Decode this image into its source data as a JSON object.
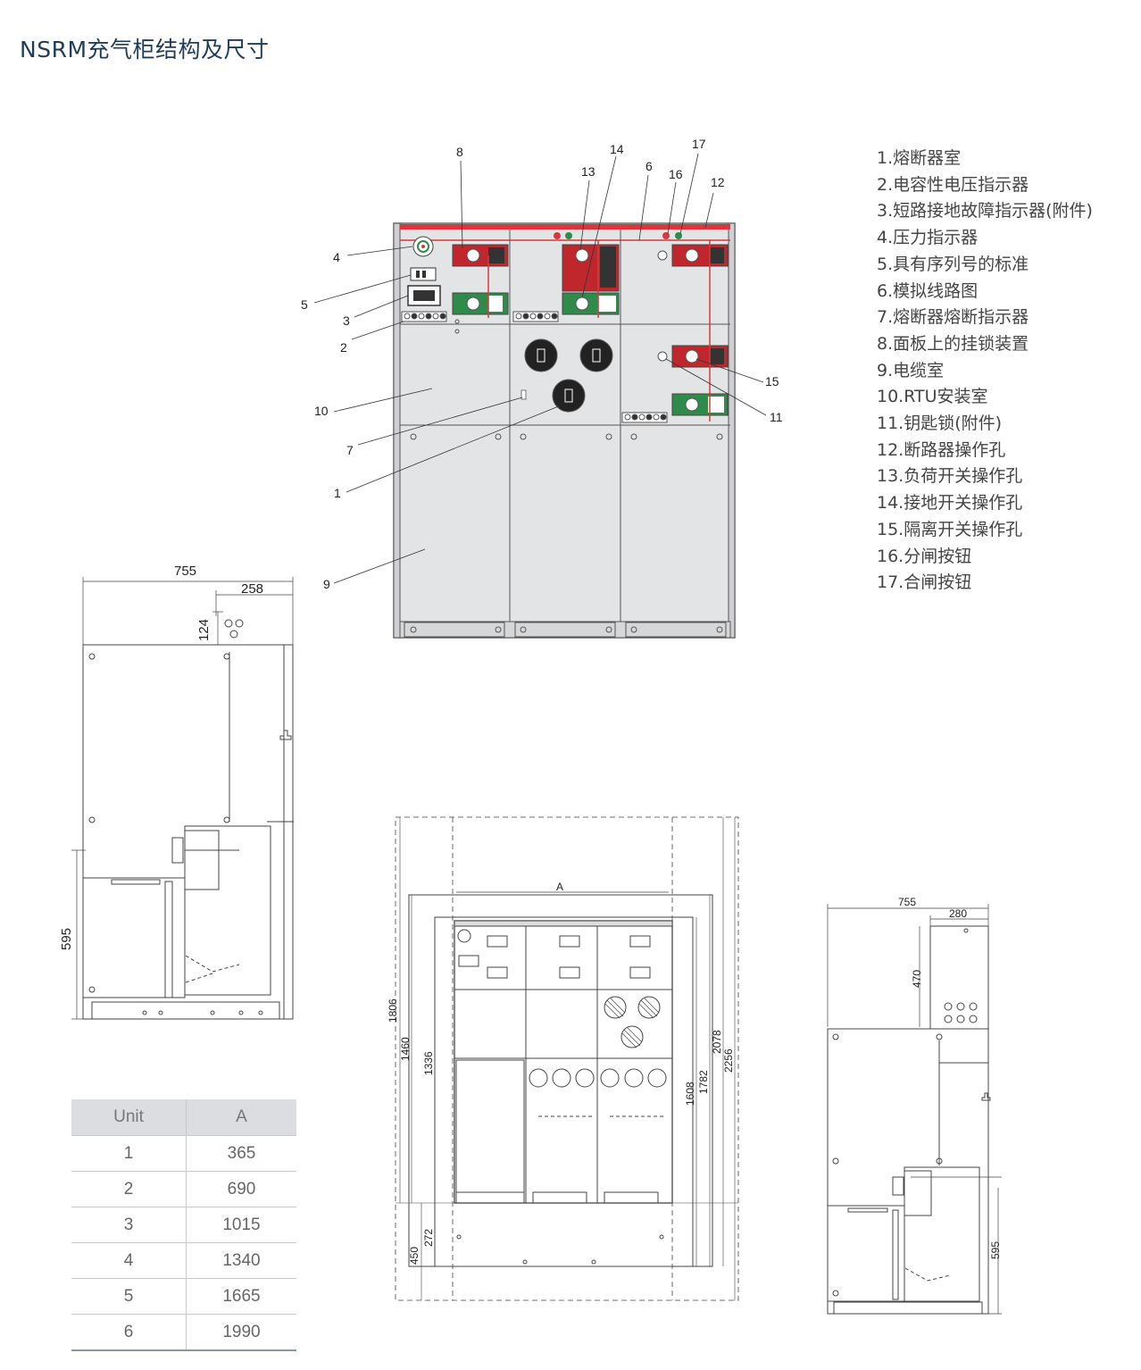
{
  "title": "NSRM充气柜结构及尺寸",
  "legend": [
    "1.熔断器室",
    "2.电容性电压指示器",
    "3.短路接地故障指示器(附件)",
    "4.压力指示器",
    "5.具有序列号的标准",
    "6.模拟线路图",
    "7.熔断器熔断指示器",
    "8.面板上的挂锁装置",
    "9.电缆室",
    "10.RTU安装室",
    "11.钥匙锁(附件)",
    "12.断路器操作孔",
    "13.负荷开关操作孔",
    "14.接地开关操作孔",
    "15.隔离开关操作孔",
    "16.分闸按钮",
    "17.合闸按钮"
  ],
  "callouts": [
    "1",
    "2",
    "3",
    "4",
    "5",
    "6",
    "7",
    "8",
    "9",
    "10",
    "11",
    "12",
    "13",
    "14",
    "15",
    "16",
    "17"
  ],
  "side_view_left": {
    "width": "755",
    "depth": "258",
    "top_height": "124",
    "cable_height": "595"
  },
  "plan_view": {
    "label_a": "A",
    "dims": [
      "1806",
      "1460",
      "1336",
      "1608",
      "1782",
      "2078",
      "2256",
      "272",
      "450"
    ]
  },
  "side_view_right": {
    "width": "755",
    "depth": "280",
    "top_height": "470",
    "cable_height": "595"
  },
  "table": {
    "headers": [
      "Unit",
      "A"
    ],
    "rows": [
      [
        "1",
        "365"
      ],
      [
        "2",
        "690"
      ],
      [
        "3",
        "1015"
      ],
      [
        "4",
        "1340"
      ],
      [
        "5",
        "1665"
      ],
      [
        "6",
        "1990"
      ]
    ]
  },
  "colors": {
    "title": "#1f3d5a",
    "panel": "#e3e4e6",
    "red_bar": "#d8383c",
    "green": "#2e8b4a"
  }
}
